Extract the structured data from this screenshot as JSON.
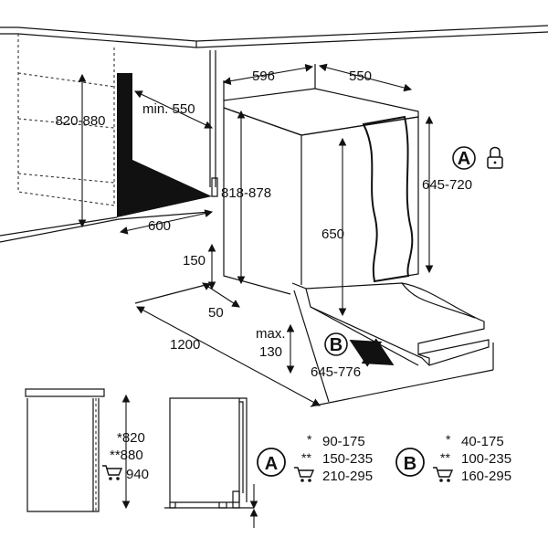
{
  "top": {
    "cabinet_height": "820-880",
    "min_depth": "min. 550",
    "niche_height": "818-878",
    "niche_depth": "600",
    "appliance_width": "596",
    "appliance_depth": "550",
    "door_height": "650",
    "adjust_height": "645-720",
    "plinth_height": "150",
    "plinth_depth": "50",
    "max_label": "max.",
    "max_value": "130",
    "door_open": "1200",
    "b_range": "645-776",
    "mark_a": "A",
    "mark_b": "B"
  },
  "bottom": {
    "h_820": "*820",
    "h_880": "**880",
    "h_940": "940",
    "mark_a": "A",
    "mark_b": "B",
    "a_stars": [
      "*",
      "**"
    ],
    "a_values": [
      "90-175",
      "150-235",
      "210-295"
    ],
    "b_values": [
      "40-175",
      "100-235",
      "160-295"
    ]
  },
  "icons": [
    "lock-icon",
    "shopping-cart-icon"
  ]
}
